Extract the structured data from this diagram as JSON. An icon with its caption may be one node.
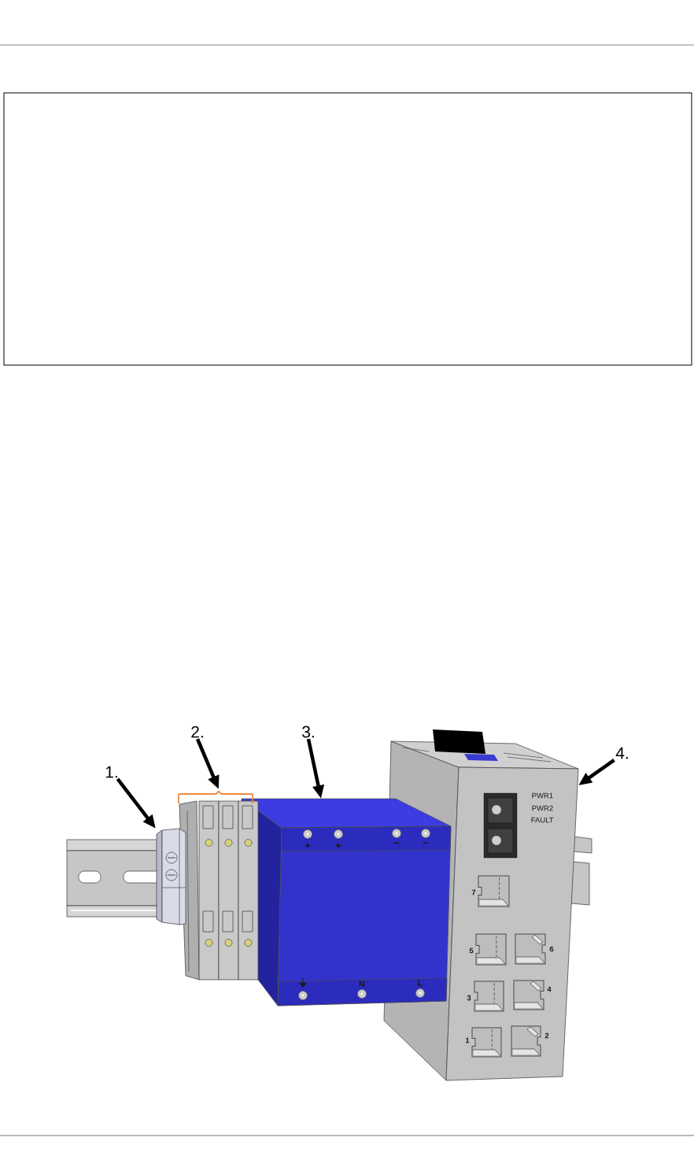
{
  "diagram": {
    "nodes": [
      {
        "text": [
          "1."
        ]
      },
      {
        "text": [
          "2."
        ]
      },
      {
        "text": [
          "3."
        ]
      },
      {
        "text": [
          "4."
        ]
      },
      {
        "text": [],
        "shape": "picture"
      },
      {
        "text": [],
        "shape": "picture"
      },
      {
        "text": [],
        "shape": "picture"
      },
      {
        "text": [],
        "shape": "picture"
      }
    ],
    "edges": [
      {
        "from": 0,
        "to": 4,
        "arrow": "to"
      },
      {
        "from": 1,
        "to": 5,
        "arrow": "to"
      },
      {
        "from": 2,
        "to": 6,
        "arrow": "to"
      },
      {
        "from": 3,
        "to": 7,
        "arrow": "to"
      }
    ],
    "labels": [
      "PWR1",
      "PWR2",
      "FAULT",
      "+",
      "+",
      "−",
      "−",
      "7",
      "5",
      "6",
      "N",
      "L",
      "3",
      "4",
      "1",
      "2"
    ]
  }
}
